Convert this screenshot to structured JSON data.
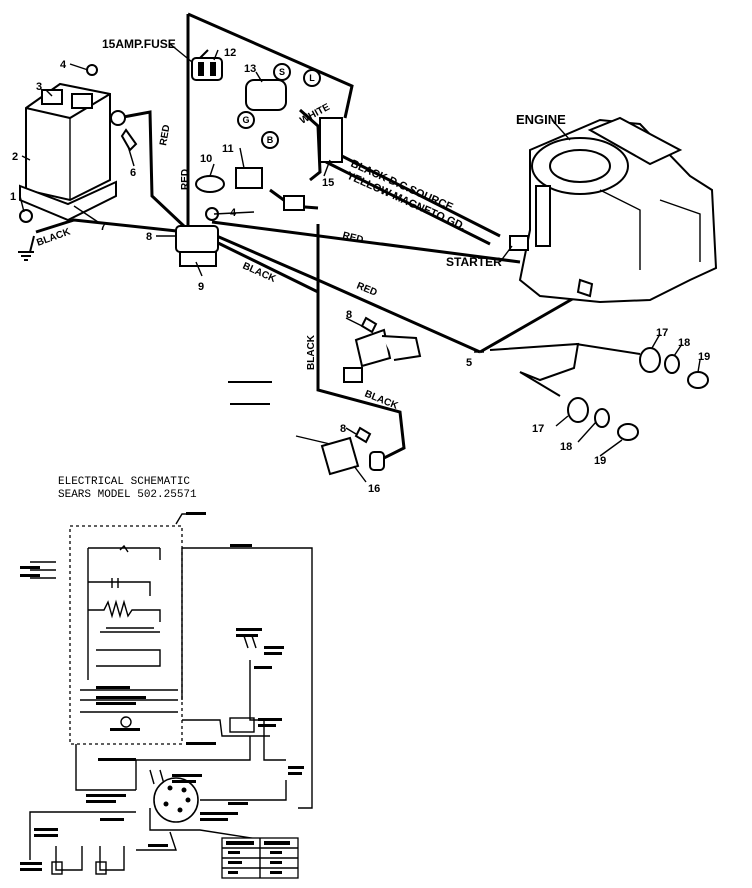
{
  "pictorial": {
    "title_fuse": "15AMP.FUSE",
    "engine_label": "ENGINE",
    "starter_label": "STARTER",
    "wire_labels": {
      "red_vertical": "RED",
      "red_top": "RED",
      "white": "WHITE",
      "black_dc_source": "BLACK D.C.SOURCE",
      "yellow_magneto": "YELLOW MAGNETO GD.",
      "red_mid": "RED",
      "red_lower": "RED",
      "black_mid": "BLACK",
      "black_vertical": "BLACK",
      "black_lower": "BLACK",
      "black_battery": "BLACK"
    },
    "callouts": {
      "n1": "1",
      "n2": "2",
      "n3": "3",
      "n4a": "4",
      "n4b": "4",
      "n5": "5",
      "n6": "6",
      "n7": "7",
      "n8a": "8",
      "n8b": "8",
      "n8c": "8",
      "n9": "9",
      "n10": "10",
      "n11": "11",
      "n12": "12",
      "n13": "13",
      "n15": "15",
      "n16": "16",
      "n17a": "17",
      "n17b": "17",
      "n18a": "18",
      "n18b": "18",
      "n19a": "19",
      "n19b": "19"
    },
    "ignition_terminals": {
      "s": "S",
      "l": "L",
      "g": "G",
      "b": "B"
    }
  },
  "schematic": {
    "title_line1": "ELECTRICAL SCHEMATIC",
    "title_line2": "SEARS MODEL 502.25571"
  }
}
